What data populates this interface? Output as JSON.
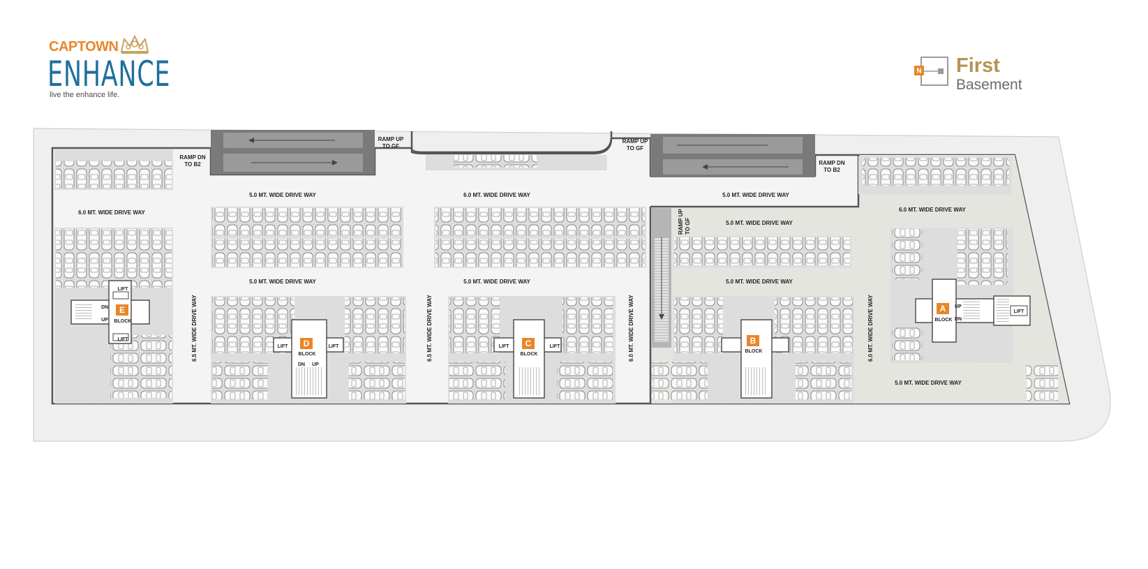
{
  "brand": {
    "top": "CAPTOWN",
    "main": "ENHANCE",
    "tagline": "live the enhance life."
  },
  "level": {
    "compass": "N",
    "first": "First",
    "second": "Basement"
  },
  "labels": {
    "ramp_dn_b2": [
      "RAMP DN",
      "TO B2"
    ],
    "ramp_up_gf": [
      "RAMP UP",
      "TO GF"
    ],
    "drive_5": "5.0 MT. WIDE DRIVE WAY",
    "drive_6": "6.0 MT. WIDE DRIVE WAY",
    "drive_65": "6.5 MT. WIDE DRIVE WAY",
    "ramp_up_gf_vertical": [
      "RAMP UP",
      "TO GF"
    ],
    "lift": "LIFT",
    "block": "BLOCK",
    "dn": "DN",
    "up": "UP"
  },
  "blocks": [
    {
      "letter": "E"
    },
    {
      "letter": "D"
    },
    {
      "letter": "C"
    },
    {
      "letter": "B"
    },
    {
      "letter": "A"
    }
  ],
  "colors": {
    "brand_orange": "#e8862a",
    "brand_blue": "#1f6f9e",
    "gold": "#b69254",
    "block_badge": "#e8862a",
    "wall": "#555555",
    "outer_site": "#efefef",
    "parking_zone": "#d9d9d9",
    "drive_way": "#f4f4f4"
  }
}
